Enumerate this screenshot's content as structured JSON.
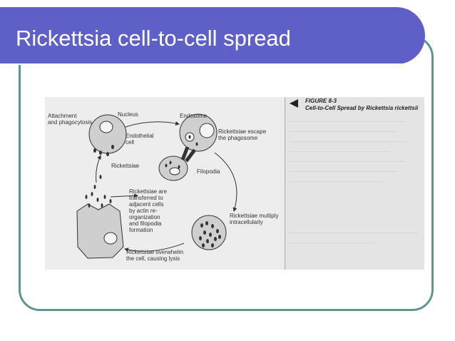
{
  "slide": {
    "title": "Rickettsia cell-to-cell spread"
  },
  "figure": {
    "number": "FIGURE 8-3",
    "caption": "Cell-to-Cell Spread by Rickettsia rickettsii",
    "labels": {
      "attachment": [
        "Attachment",
        "and phagocytosis"
      ],
      "nucleus": "Nucleus",
      "endosome": "Endosome",
      "endothelial": [
        "Endothelial",
        "cell"
      ],
      "escape": [
        "Rickettsiae escape",
        "the phagosome"
      ],
      "rickettsiae": "Rickettsiae",
      "filopodia": "Filopodia",
      "transferred": [
        "Rickettsiae are",
        "transferred to",
        "adjacent cells",
        "by actin re-",
        "organization",
        "and filopodia",
        "formation"
      ],
      "multiply": [
        "Rickettsiae multiply",
        "intracellularly"
      ],
      "overwhelm": [
        "Rickettsiae overwhelm",
        "the cell, causing lysis"
      ]
    }
  },
  "colors": {
    "title_bar": "#5f5fc8",
    "frame": "#5d9693",
    "cell_fill": "#cfcfcf",
    "nucleus_fill": "#f4f4f4"
  }
}
